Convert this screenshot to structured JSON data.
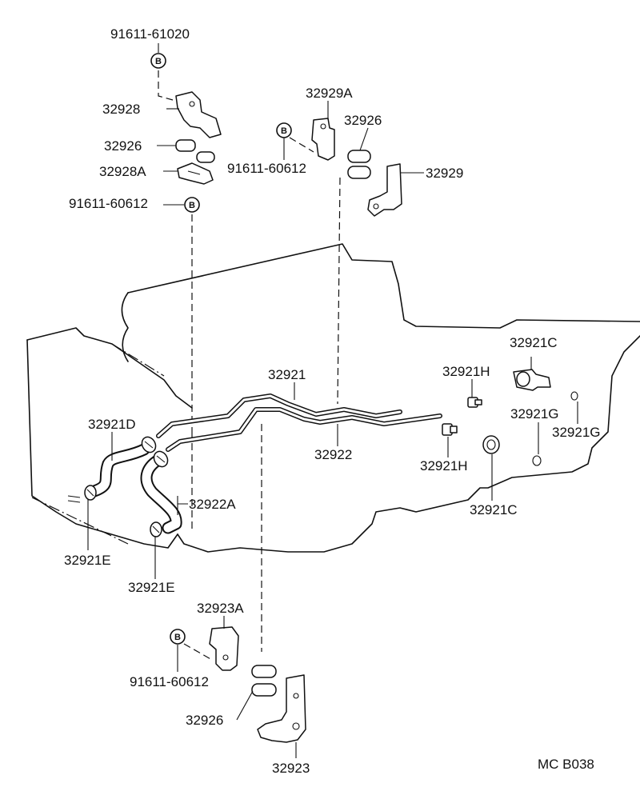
{
  "diagram_code": "MC B038",
  "bolt_symbol": "B",
  "labels": {
    "p91611_61020": "91611-61020",
    "p32928": "32928",
    "p32926_top": "32926",
    "p32928A": "32928A",
    "p91611_60612_left": "91611-60612",
    "p32929A": "32929A",
    "p32926_mid": "32926",
    "p91611_60612_mid": "91611-60612",
    "p32929": "32929",
    "p32921": "32921",
    "p32922": "32922",
    "p32921H_top": "32921H",
    "p32921H_bottom": "32921H",
    "p32921C_top": "32921C",
    "p32921C_bottom": "32921C",
    "p32921G_left": "32921G",
    "p32921G_right": "32921G",
    "p32921D": "32921D",
    "p32922A": "32922A",
    "p32921E_left": "32921E",
    "p32921E_right": "32921E",
    "p32923A": "32923A",
    "p91611_60612_bottom": "91611-60612",
    "p32926_bottom": "32926",
    "p32923": "32923"
  }
}
